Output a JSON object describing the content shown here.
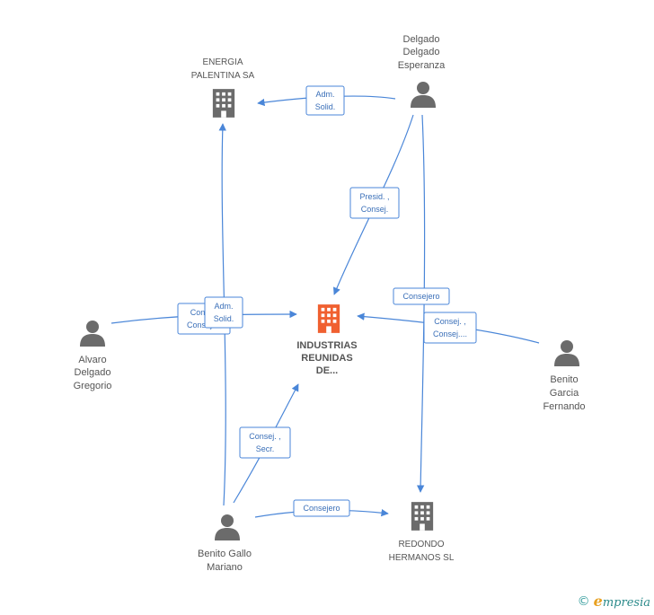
{
  "nodes": {
    "energia": {
      "lines": [
        "ENERGIA",
        "PALENTINA SA"
      ],
      "kind": "company"
    },
    "delgado_esperanza": {
      "lines": [
        "Delgado",
        "Delgado",
        "Esperanza"
      ],
      "kind": "person"
    },
    "industrias": {
      "lines": [
        "INDUSTRIAS",
        "REUNIDAS",
        "DE..."
      ],
      "kind": "company-main"
    },
    "alvaro": {
      "lines": [
        "Alvaro",
        "Delgado",
        "Gregorio"
      ],
      "kind": "person"
    },
    "benito_garcia": {
      "lines": [
        "Benito",
        "Garcia",
        "Fernando"
      ],
      "kind": "person"
    },
    "benito_gallo": {
      "lines": [
        "Benito Gallo",
        "Mariano"
      ],
      "kind": "person"
    },
    "redondo": {
      "lines": [
        "REDONDO",
        "HERMANOS SL"
      ],
      "kind": "company"
    }
  },
  "edges": {
    "esperanza_energia": [
      "Adm.",
      "Solid."
    ],
    "esperanza_industrias": [
      "Presid. ,",
      "Consej."
    ],
    "esperanza_redondo": [
      "Consejero"
    ],
    "alvaro_industrias": [
      "Consej.",
      "Consej...."
    ],
    "gallo_energia": [
      "Adm.",
      "Solid."
    ],
    "gallo_industrias": [
      "Consej. ,",
      "Secr."
    ],
    "gallo_redondo": [
      "Consejero"
    ],
    "garcia_industrias": [
      "Consej. ,",
      "Consej...."
    ]
  },
  "colors": {
    "edge": "#4a86d8",
    "company": "#6b6b6b",
    "company_main": "#f06030",
    "person": "#6b6b6b"
  },
  "footer": {
    "copyright_symbol": "©",
    "brand_initial": "e",
    "brand_rest": "mpresia"
  }
}
